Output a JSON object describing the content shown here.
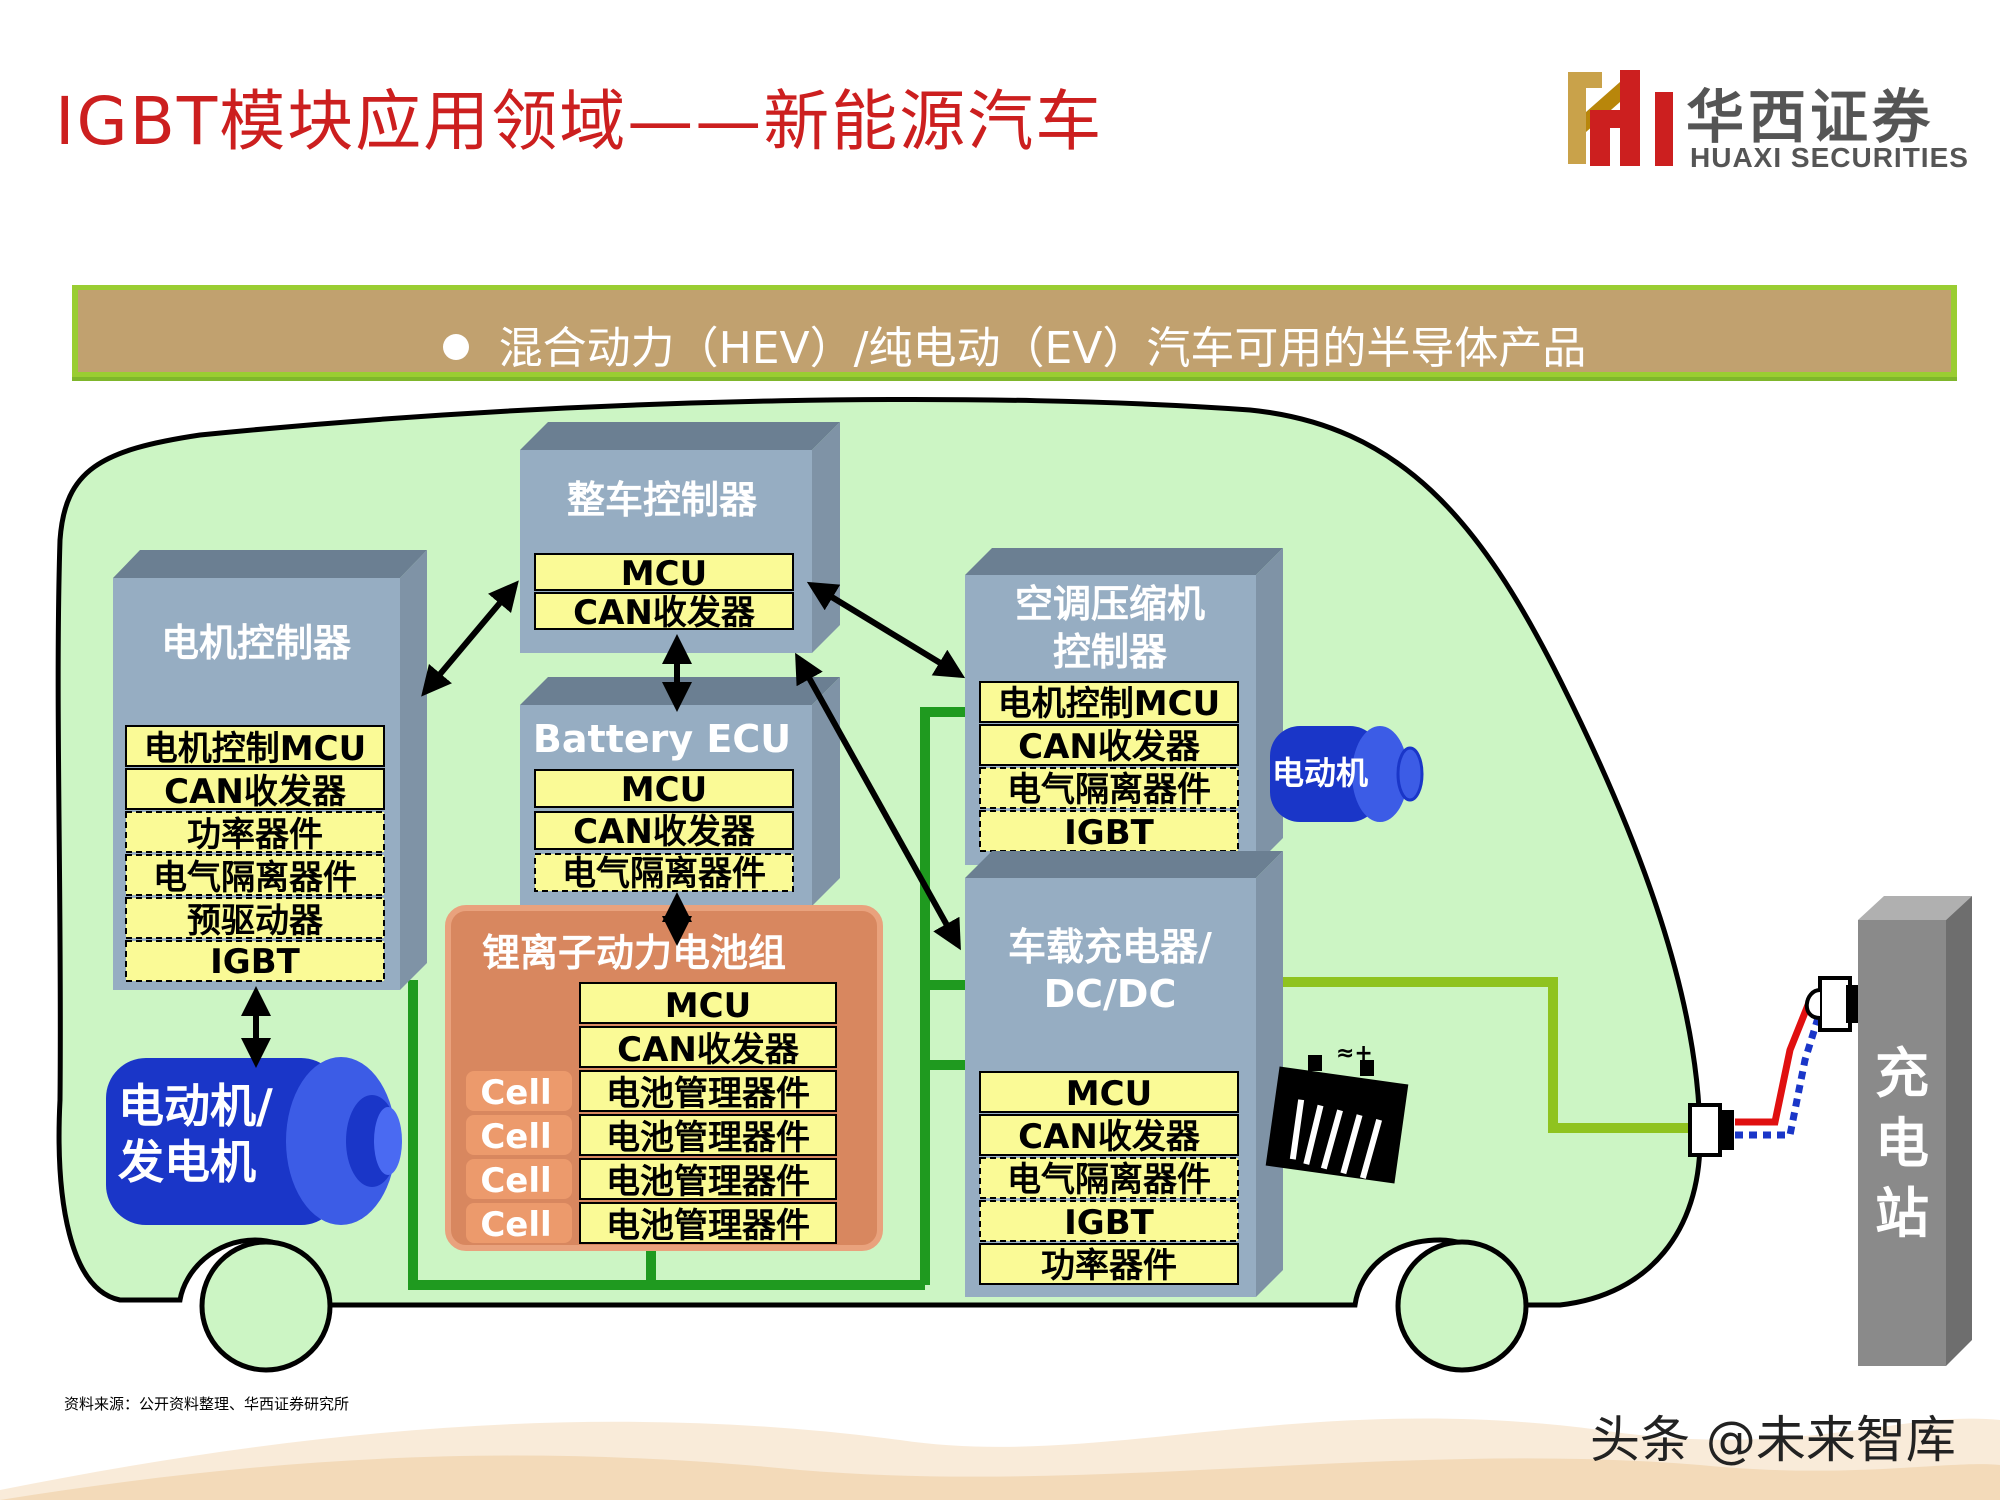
{
  "header": {
    "title": "IGBT模块应用领域——新能源汽车"
  },
  "logo": {
    "cn": "华西证券",
    "en": "HUAXI SECURITIES"
  },
  "banner": {
    "text": "混合动力（HEV）/纯电动（EV）汽车可用的半导体产品"
  },
  "blocks": {
    "vehicle_controller": {
      "title": "整车控制器",
      "items": [
        "MCU",
        "CAN收发器"
      ]
    },
    "motor_controller": {
      "title": "电机控制器",
      "items": [
        "电机控制MCU",
        "CAN收发器",
        "功率器件",
        "电气隔离器件",
        "预驱动器",
        "IGBT"
      ]
    },
    "battery_ecu": {
      "title": "Battery ECU",
      "items": [
        "MCU",
        "CAN收发器",
        "电气隔离器件"
      ]
    },
    "battery_pack": {
      "title": "锂离子动力电池组",
      "items": [
        "MCU",
        "CAN收发器"
      ],
      "cell_label": "Cell",
      "cell_items": [
        "电池管理器件",
        "电池管理器件",
        "电池管理器件",
        "电池管理器件"
      ]
    },
    "ac_controller": {
      "title_line1": "空调压缩机",
      "title_line2": "控制器",
      "items": [
        "电机控制MCU",
        "CAN收发器",
        "电气隔离器件",
        "IGBT"
      ]
    },
    "charger": {
      "title_line1": "车载充电器/",
      "title_line2": "DC/DC",
      "items": [
        "MCU",
        "CAN收发器",
        "电气隔离器件",
        "IGBT",
        "功率器件"
      ]
    }
  },
  "motors": {
    "main": {
      "line1": "电动机/",
      "line2": "发电机"
    },
    "ac": {
      "label": "电动机"
    }
  },
  "station": {
    "chars": [
      "充",
      "电",
      "站"
    ]
  },
  "footer": {
    "source": "资料来源：公开资料整理、华西证券研究所",
    "watermark": "头条 @未来智库"
  },
  "colors": {
    "title_red": "#cc1f1f",
    "banner_bg": "#c1a16f",
    "banner_border": "#9acd32",
    "car_body": "#ccf5c4",
    "box_gray": "#96adc2",
    "cell_yellow": "#fafa96",
    "battery_orange": "#d8875f",
    "motor_blue": "#1a36c8",
    "wire_green": "#1f9a1f",
    "charge_line": "#8fc31f",
    "station_gray": "#8a8a8a"
  }
}
